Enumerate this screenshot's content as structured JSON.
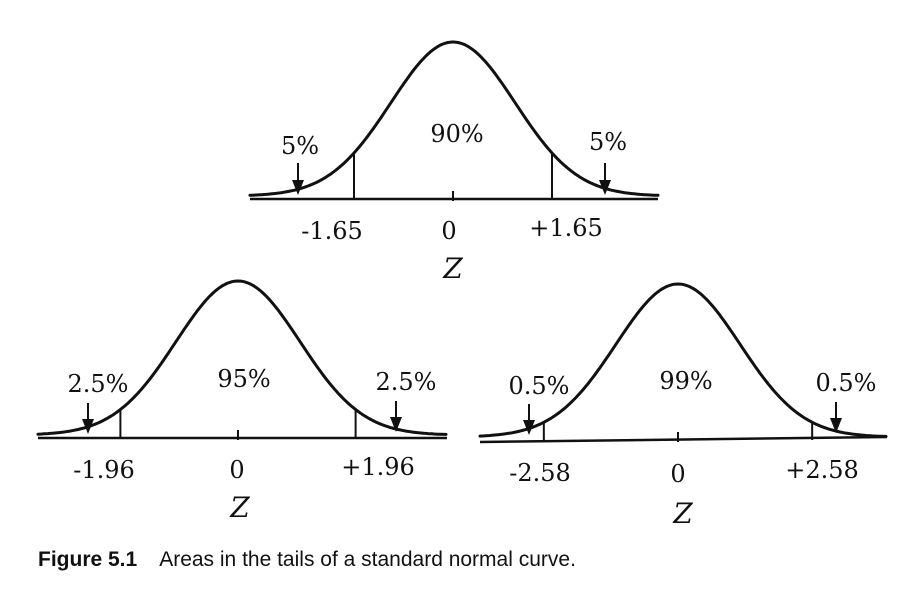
{
  "panels": [
    {
      "id": "90",
      "center_area": "90%",
      "left_tail": "5%",
      "right_tail": "5%",
      "left_z": "-1.65",
      "zero": "0",
      "right_z": "+1.65",
      "z_axis_label": "Z",
      "z_crit": 1.65
    },
    {
      "id": "95",
      "center_area": "95%",
      "left_tail": "2.5%",
      "right_tail": "2.5%",
      "left_z": "-1.96",
      "zero": "0",
      "right_z": "+1.96",
      "z_axis_label": "Z",
      "z_crit": 1.96
    },
    {
      "id": "99",
      "center_area": "99%",
      "left_tail": "0.5%",
      "right_tail": "0.5%",
      "left_z": "-2.58",
      "zero": "0",
      "right_z": "+2.58",
      "z_axis_label": "Z",
      "z_crit": 2.58
    }
  ],
  "caption": {
    "figure_number": "Figure 5.1",
    "text": "Areas in the tails of a standard normal curve."
  }
}
